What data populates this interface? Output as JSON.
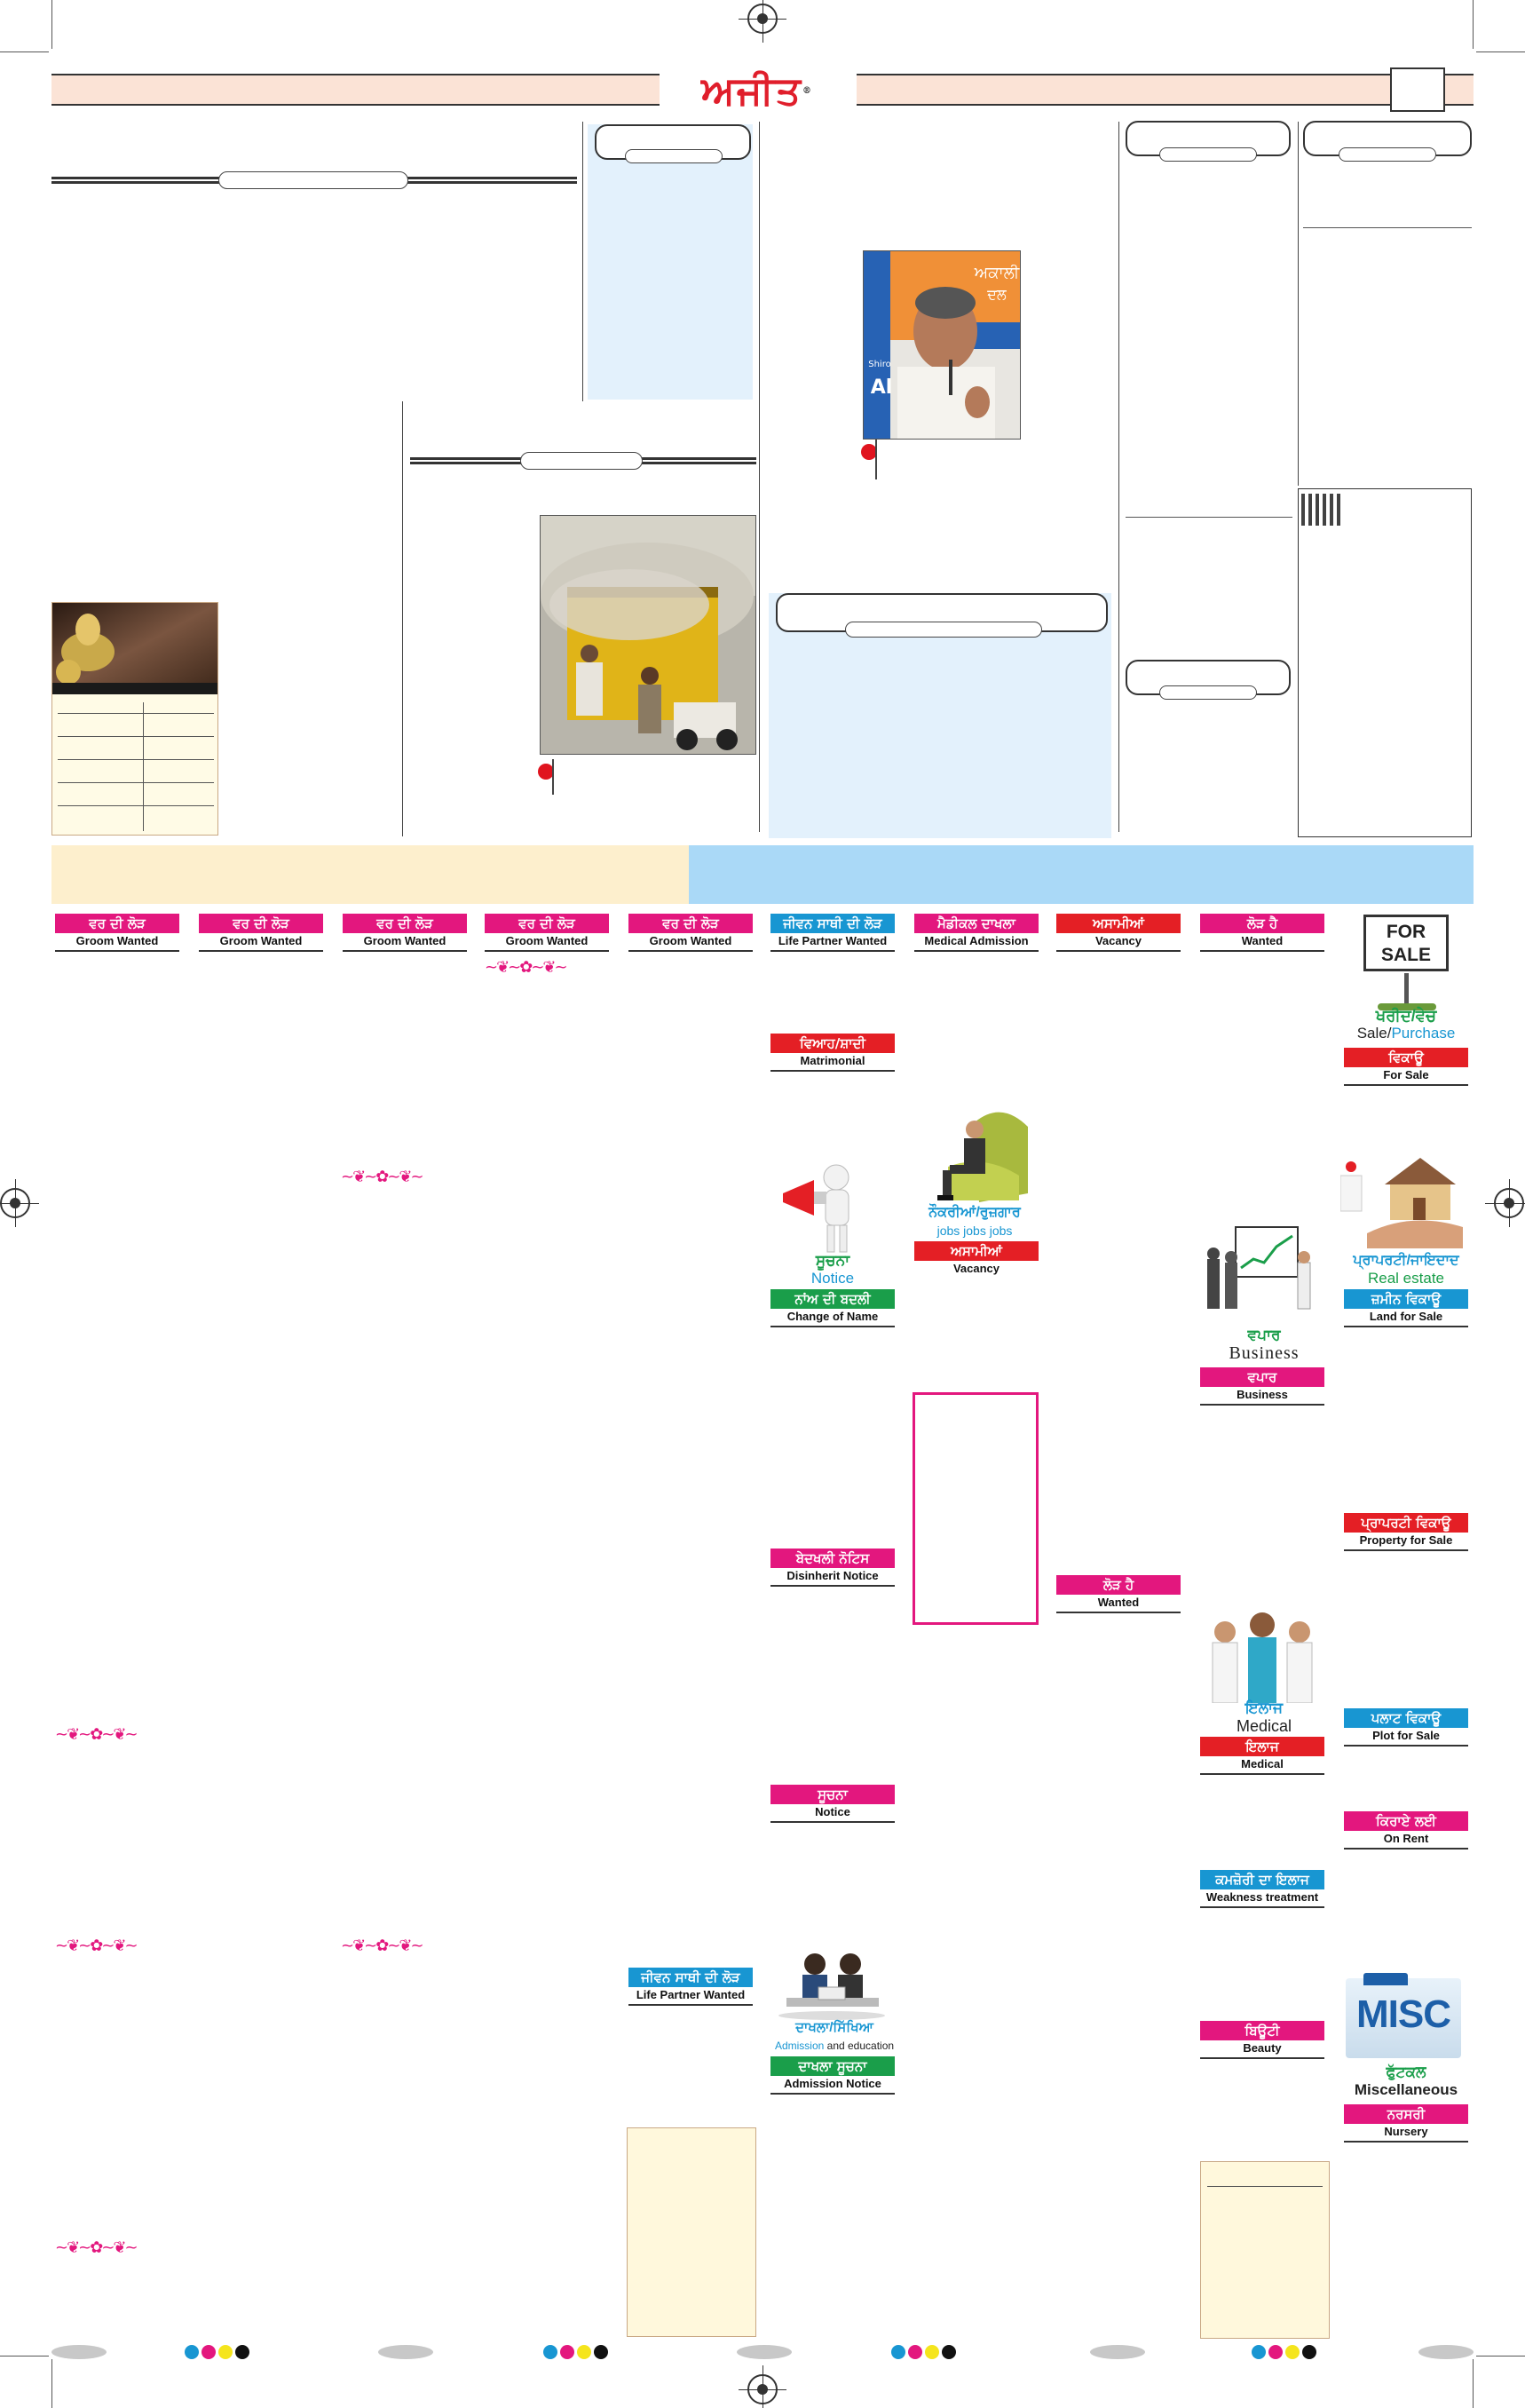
{
  "masthead": {
    "logo": "ਅਜੀਤ",
    "trademark": "®"
  },
  "photos": {
    "speaker_banner_top": "ਅਕਾਲੀ",
    "speaker_banner_mid": "ਦਲ",
    "speaker_banner_side": "Shiro",
    "speaker_banner_side2": "Al"
  },
  "classifieds": {
    "groom": [
      {
        "pun": "ਵਰ ਦੀ ਲੋੜ",
        "eng": "Groom Wanted"
      },
      {
        "pun": "ਵਰ ਦੀ ਲੋੜ",
        "eng": "Groom Wanted"
      },
      {
        "pun": "ਵਰ ਦੀ ਲੋੜ",
        "eng": "Groom Wanted"
      },
      {
        "pun": "ਵਰ ਦੀ ਲੋੜ",
        "eng": "Groom Wanted"
      },
      {
        "pun": "ਵਰ ਦੀ ਲੋੜ",
        "eng": "Groom Wanted"
      }
    ],
    "life_partner": {
      "pun": "ਜੀਵਨ ਸਾਥੀ ਦੀ ਲੋੜ",
      "eng": "Life Partner Wanted"
    },
    "medical_admission": {
      "pun": "ਮੈਡੀਕਲ ਦਾਖਲਾ",
      "eng": "Medical Admission"
    },
    "vacancy": {
      "pun": "ਅਸਾਮੀਆਂ",
      "eng": "Vacancy"
    },
    "wanted": {
      "pun": "ਲੋੜ ਹੈ",
      "eng": "Wanted"
    },
    "for_sale_sign_1": "FOR",
    "for_sale_sign_2": "SALE",
    "sale_purchase": {
      "pun": "ਖਰੀਦ/ਵੇਚ",
      "eng1": "Sale/",
      "eng2": "Purchase"
    },
    "for_sale": {
      "pun": "ਵਿਕਾਊ",
      "eng": "For Sale"
    },
    "matrimonial": {
      "pun": "ਵਿਆਹ/ਸ਼ਾਦੀ",
      "eng": "Matrimonial"
    },
    "jobs_cat": {
      "pun": "ਨੌਕਰੀਆਂ/ਰੁਜ਼ਗਾਰ",
      "eng": "jobs  jobs  jobs"
    },
    "vacancy2": {
      "pun": "ਅਸਾਮੀਆਂ",
      "eng": "Vacancy"
    },
    "notice_cat": {
      "pun": "ਸੂਚਨਾ",
      "eng": "Notice"
    },
    "change_name": {
      "pun": "ਨਾਂਅ ਦੀ ਬਦਲੀ",
      "eng": "Change of Name"
    },
    "property_cat": {
      "pun": "ਪ੍ਰਾਪਰਟੀ/ਜਾਇਦਾਦ",
      "eng": "Real estate"
    },
    "land_sale": {
      "pun": "ਜ਼ਮੀਨ ਵਿਕਾਊ",
      "eng": "Land for Sale"
    },
    "business_cat": {
      "pun": "ਵਪਾਰ",
      "eng": "Business"
    },
    "business": {
      "pun": "ਵਪਾਰ",
      "eng": "Business"
    },
    "property_sale": {
      "pun": "ਪ੍ਰਾਪਰਟੀ ਵਿਕਾਊ",
      "eng": "Property for Sale"
    },
    "disinherit": {
      "pun": "ਬੇਦਖਲੀ ਨੋਟਿਸ",
      "eng": "Disinherit Notice"
    },
    "wanted2": {
      "pun": "ਲੋੜ ਹੈ",
      "eng": "Wanted"
    },
    "medical_cat": {
      "pun": "ਇਲਾਜ",
      "eng": "Medical"
    },
    "medical": {
      "pun": "ਇਲਾਜ",
      "eng": "Medical"
    },
    "plot_sale": {
      "pun": "ਪਲਾਟ ਵਿਕਾਊ",
      "eng": "Plot for Sale"
    },
    "notice": {
      "pun": "ਸੂਚਨਾ",
      "eng": "Notice"
    },
    "on_rent": {
      "pun": "ਕਿਰਾਏ ਲਈ",
      "eng": "On Rent"
    },
    "weakness": {
      "pun": "ਕਮਜ਼ੋਰੀ ਦਾ ਇਲਾਜ",
      "eng": "Weakness treatment"
    },
    "life_partner2": {
      "pun": "ਜੀਵਨ ਸਾਥੀ ਦੀ ਲੋੜ",
      "eng": "Life Partner Wanted"
    },
    "admission_cat": {
      "pun": "ਦਾਖਲਾ/ਸਿੱਖਿਆ",
      "eng1": "Admission",
      "eng2": " and education"
    },
    "admission_notice": {
      "pun": "ਦਾਖਲਾ ਸੂਚਨਾ",
      "eng": "Admission Notice"
    },
    "beauty": {
      "pun": "ਬਿਊਟੀ",
      "eng": "Beauty"
    },
    "misc_logo": "MISC",
    "misc_cat": {
      "pun": "ਫੁੱਟਕਲ",
      "eng": "Miscellaneous"
    },
    "nursery": {
      "pun": "ਨਰਸਰੀ",
      "eng": "Nursery"
    }
  },
  "colors": {
    "magenta": "#e3177e",
    "cyan": "#1896d2",
    "red": "#e41f25",
    "green": "#1a9e4a",
    "banner_left": "#fdefcd",
    "banner_right": "#aad9f7",
    "light_blue": "#e3f1fc"
  }
}
